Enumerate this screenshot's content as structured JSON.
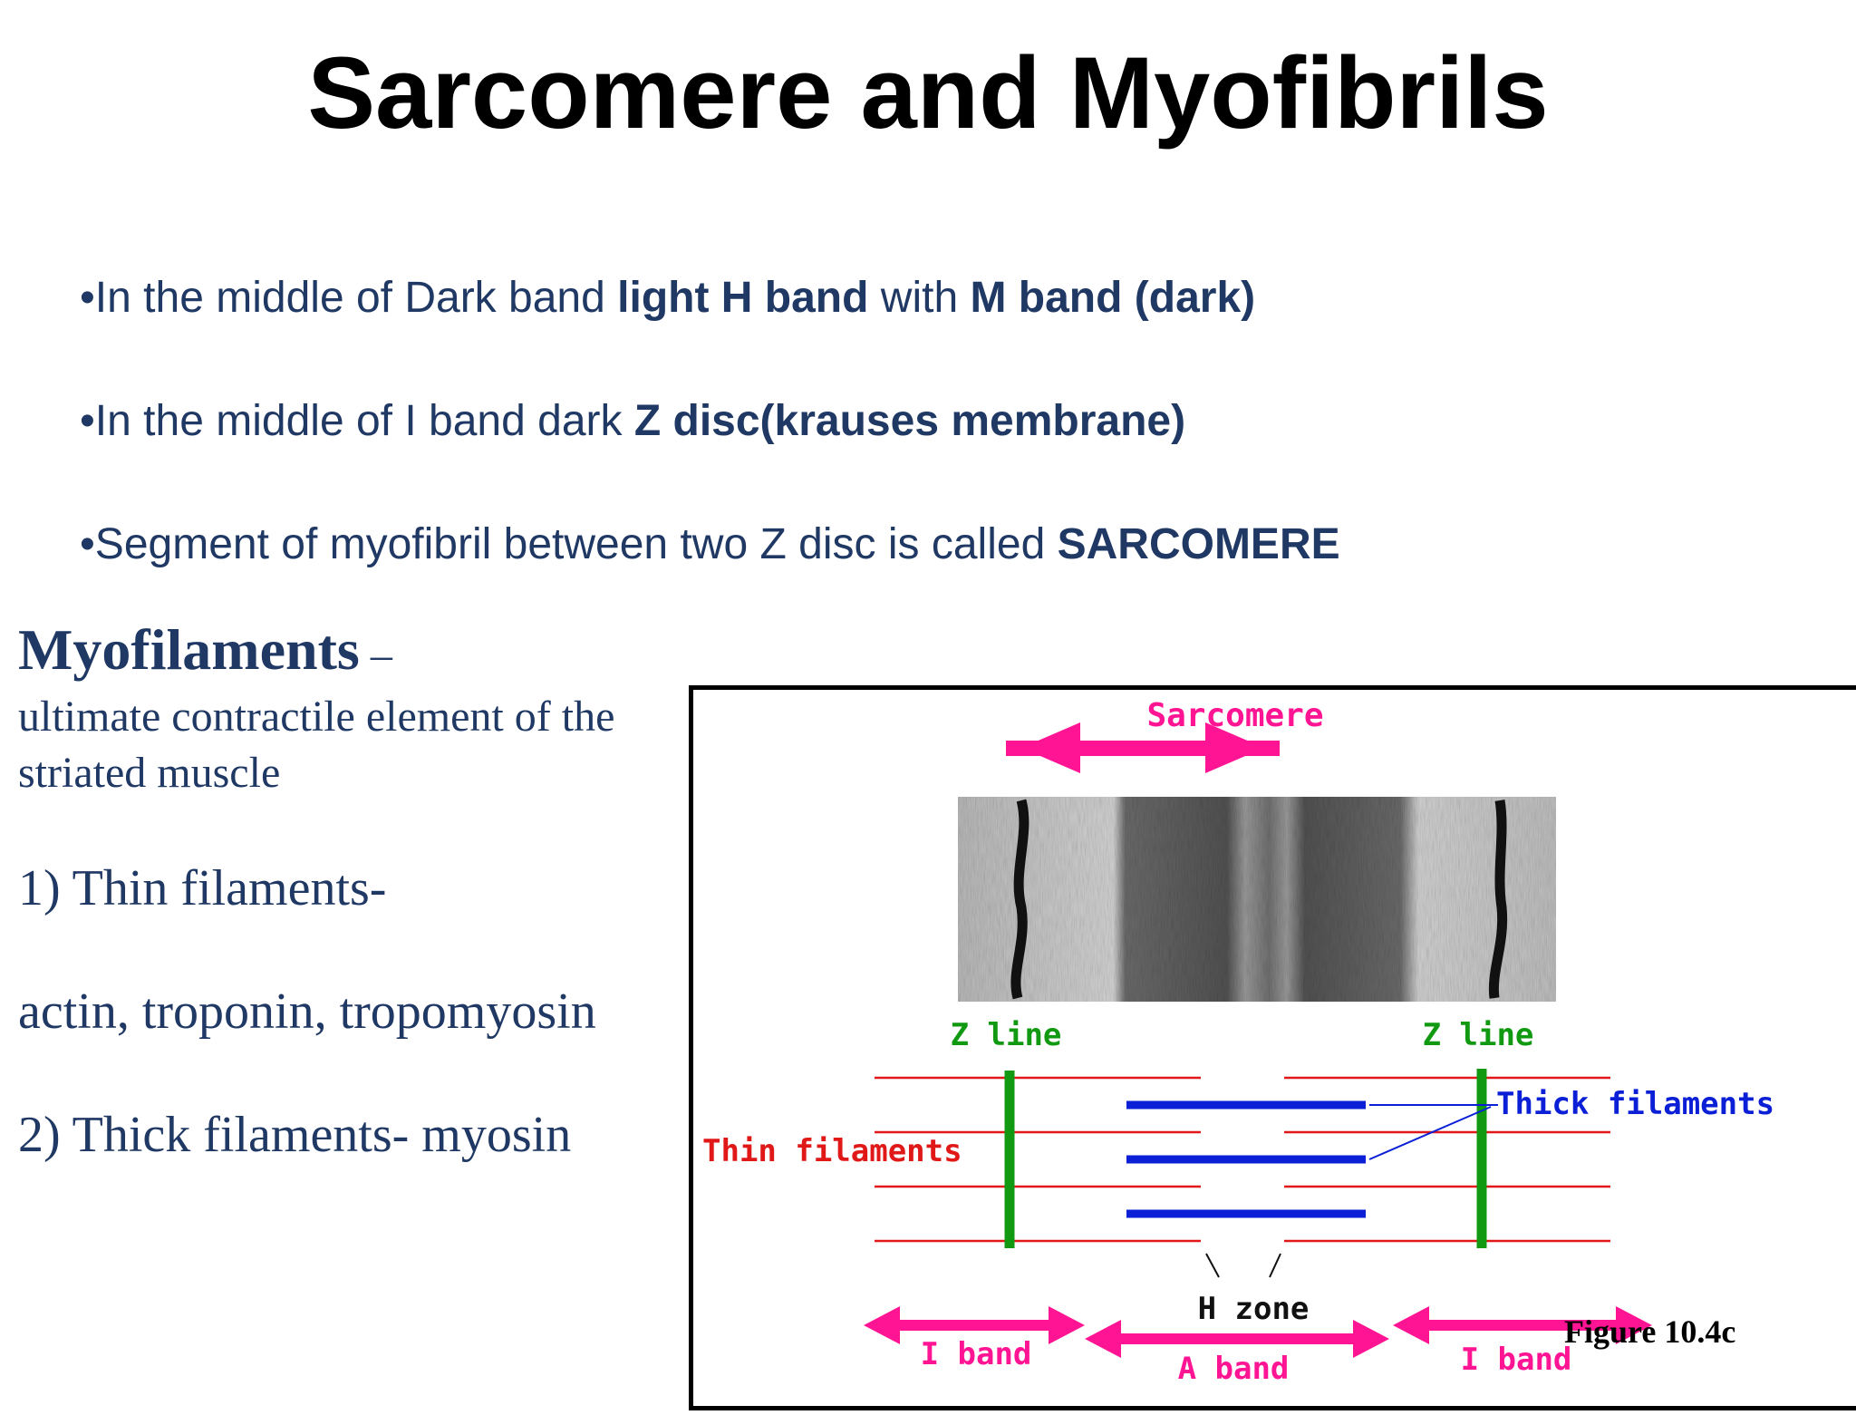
{
  "title": "Sarcomere and Myofibrils",
  "bullets": [
    {
      "prefix": "•In the middle of Dark band  ",
      "b1": "light H band",
      "mid": " with ",
      "b2": "M band (dark)"
    },
    {
      "prefix": "•In the middle of I band dark ",
      "b1": "Z disc(krauses membrane)"
    },
    {
      "prefix": "•Segment of myofibril between two Z disc is called ",
      "b1": "SARCOMERE"
    }
  ],
  "myofilaments": {
    "heading": "Myofilaments",
    "dash": " –",
    "subtitle": "ultimate contractile element of the  striated muscle",
    "thin_heading": "1) Thin filaments-",
    "thin_items": "actin, troponin, tropomyosin",
    "thick_heading": "2) Thick filaments- myosin"
  },
  "diagram": {
    "sarcomere_label": "Sarcomere",
    "z_line_left": "Z line",
    "z_line_right": "Z line",
    "thick_label": "Thick filaments",
    "thin_label": "Thin filaments",
    "h_zone": "H zone",
    "i_band_left": "I band",
    "a_band": "A band",
    "i_band_right": "I band",
    "caption": "Figure 10.4c"
  },
  "colors": {
    "text_blue": "#1f3864",
    "magenta": "#ff1493",
    "green": "#119911",
    "blue": "#0a1fd6",
    "red": "#e01818"
  }
}
